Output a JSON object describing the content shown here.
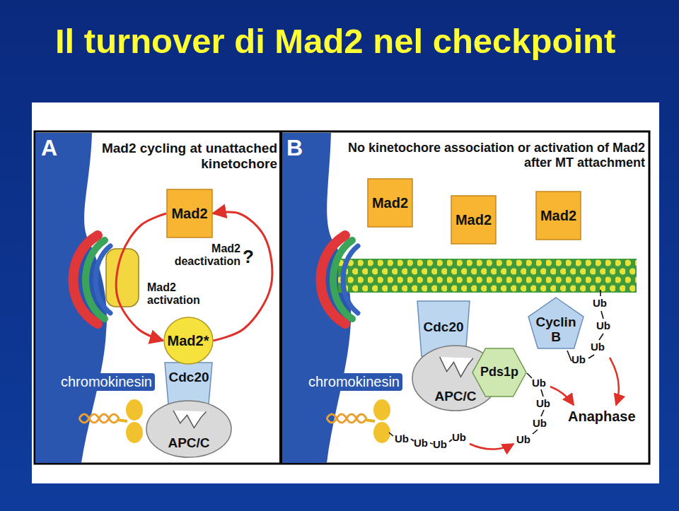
{
  "diagram": {
    "title": "Il turnover di Mad2 nel checkpoint",
    "nodes": [
      {
        "text": [
          "Mad2"
        ]
      },
      {
        "text": [
          "Mad2*"
        ]
      },
      {
        "text": [
          "Cdc20"
        ]
      },
      {
        "text": [
          "APC/C"
        ]
      },
      {
        "text": [
          "Mad2"
        ]
      },
      {
        "text": [
          "Mad2"
        ]
      },
      {
        "text": [
          "Mad2"
        ]
      },
      {
        "text": [
          "Cdc20"
        ]
      },
      {
        "text": [
          "Cyclin B"
        ]
      },
      {
        "text": [
          "APC/C"
        ]
      },
      {
        "text": [
          "Pds1p"
        ]
      }
    ],
    "edges": [
      {
        "from": 0,
        "to": 1,
        "arrow": "to"
      },
      {
        "from": 1,
        "to": 0,
        "arrow": "to"
      }
    ],
    "labels": [
      "A",
      "Mad2 cycling at unattached kinetochore",
      "Mad2 deactivation",
      "?",
      "Mad2 activation",
      "chromokinesin",
      "B",
      "No kinetochore association or activation of Mad2 after MT attachment",
      "Ub",
      "Ub",
      "Ub",
      "Ub",
      "Ub",
      "Ub",
      "Ub",
      "Anaphase",
      "Ub",
      "chromokinesin",
      "Ub",
      "Ub",
      "Ub",
      "Ub"
    ]
  }
}
